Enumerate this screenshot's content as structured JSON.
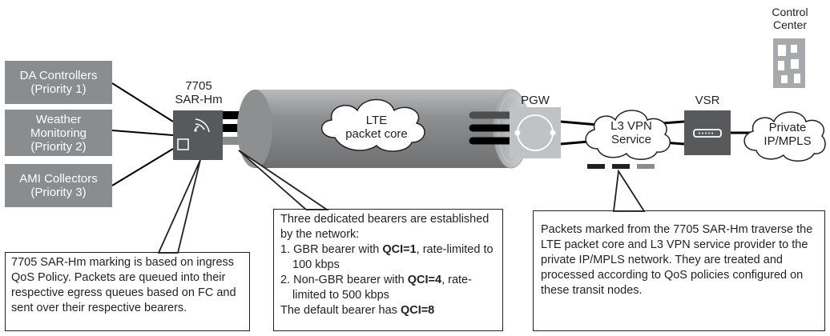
{
  "sources": [
    {
      "line1": "DA Controllers",
      "line2": "(Priority 1)",
      "line3": ""
    },
    {
      "line1": "Weather",
      "line2": "Monitoring",
      "line3": "(Priority 2)"
    },
    {
      "line1": "AMI Collectors",
      "line2": "(Priority 3)",
      "line3": ""
    }
  ],
  "labels": {
    "sar_line1": "7705",
    "sar_line2": "SAR-Hm",
    "lte_line1": "LTE",
    "lte_line2": "packet core",
    "pgw": "PGW",
    "vpn_line1": "L3 VPN",
    "vpn_line2": "Service",
    "vsr": "VSR",
    "mpls_line1": "Private",
    "mpls_line2": "IP/MPLS",
    "control_line1": "Control",
    "control_line2": "Center"
  },
  "callouts": {
    "left": "7705 SAR-Hm marking is based on ingress QoS Policy. Packets are queued into their respective egress queues based on FC and sent over their respective bearers.",
    "middle": {
      "intro": "Three dedicated bearers are established by the network:",
      "item1_prefix": "1. GBR bearer with ",
      "item1_bold": "QCI=1",
      "item1_suffix": ", rate-limited to 100 kbps",
      "item2_prefix": "2. Non-GBR bearer with ",
      "item2_bold": "QCI=4",
      "item2_suffix": ", rate-limited to 500 kbps",
      "default_prefix": "The default bearer has ",
      "default_bold": "QCI=8"
    },
    "right": "Packets marked from the 7705 SAR-Hm traverse the LTE packet core and L3 VPN service provider to the private IP/MPLS network. They are treated and processed according to  QoS policies configured on these transit nodes."
  },
  "colors": {
    "grey": "#8a8c8e",
    "dark": "#4d4d4f",
    "black": "#000000"
  }
}
